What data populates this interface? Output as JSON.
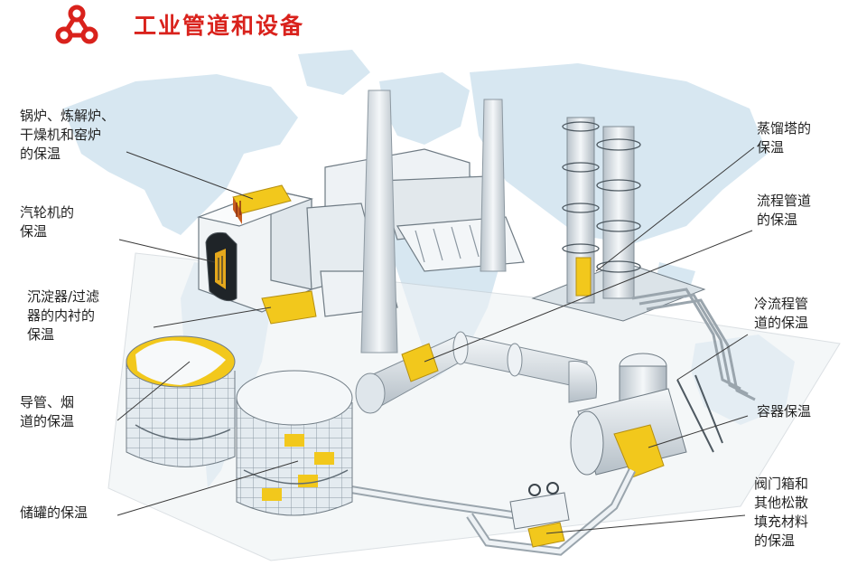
{
  "title": "工业管道和设备",
  "icon": "hexagon-network-icon",
  "colors": {
    "accent": "#d9221c",
    "insulation": "#f2c81c",
    "map": "#d7e7f1",
    "steel": "#e8eef2"
  },
  "labels_left": [
    {
      "id": "boiler",
      "lines": [
        "锅炉、炼解炉、",
        "干燥机和窑炉",
        "的保温"
      ]
    },
    {
      "id": "turbine",
      "lines": [
        "汽轮机的",
        "保温"
      ]
    },
    {
      "id": "settler",
      "lines": [
        "沉淀器/过滤",
        "器的内衬的",
        "保温"
      ]
    },
    {
      "id": "duct",
      "lines": [
        "导管、烟",
        "道的保温"
      ]
    },
    {
      "id": "tank",
      "lines": [
        "储罐的保温"
      ]
    }
  ],
  "labels_right": [
    {
      "id": "column",
      "lines": [
        "蒸馏塔的",
        "保温"
      ]
    },
    {
      "id": "process-pipe",
      "lines": [
        "流程管道",
        "的保温"
      ]
    },
    {
      "id": "cold-pipe",
      "lines": [
        "冷流程管",
        "道的保温"
      ]
    },
    {
      "id": "vessel",
      "lines": [
        "容器保温"
      ]
    },
    {
      "id": "valve-box",
      "lines": [
        "阀门箱和",
        "其他松散",
        "填充材料",
        "的保温"
      ]
    }
  ]
}
